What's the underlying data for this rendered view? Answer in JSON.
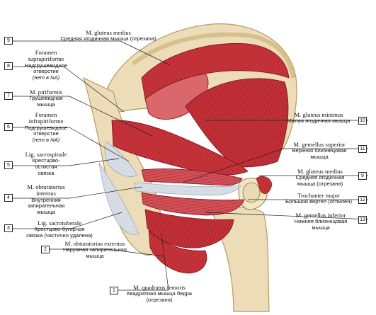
{
  "colors": {
    "bone": "#ecdcb8",
    "bone_shadow": "#d7bf8e",
    "muscle": "#c9343b",
    "muscle_dark": "#9e1f28",
    "muscle_light": "#e07a78",
    "ligament": "#d8dde6",
    "leader": "#222222"
  },
  "labels": [
    {
      "id": "label-gluteus-medius-top",
      "num": "9",
      "latin": "M. gluteus medius",
      "russian": [
        "Средняя ягодичная мышца (отрезана)"
      ],
      "na": ""
    },
    {
      "id": "label-foramen-suprapiriforme",
      "num": "8",
      "latin": "Foramen suprapiriforme",
      "russian": [
        "Надгрушевидное",
        "отверстие"
      ],
      "na": "(нет в NA)"
    },
    {
      "id": "label-piriformis",
      "num": "7",
      "latin": "M. piriformis",
      "russian": [
        "Грушевидная",
        "мышца"
      ],
      "na": ""
    },
    {
      "id": "label-foramen-infrapiriforme",
      "num": "6",
      "latin": "Foramen infrapiriforme",
      "russian": [
        "Подгрушевидное",
        "отверстие"
      ],
      "na": "(нет в NA)"
    },
    {
      "id": "label-lig-sacrospinale",
      "num": "5",
      "latin": "Lig. sacrospinale",
      "russian": [
        "Крестцово-",
        "остистая",
        "связка"
      ],
      "na": ""
    },
    {
      "id": "label-obturatorius-internus",
      "num": "4",
      "latin": "M. obturatorius internus",
      "russian": [
        "Внутренняя",
        "запирательная",
        "мышца"
      ],
      "na": ""
    },
    {
      "id": "label-lig-sacrotuberale",
      "num": "3",
      "latin": "Lig. sacrotuberale",
      "russian": [
        "Крестцово-бугорная",
        "связка (частично удалена)"
      ],
      "na": ""
    },
    {
      "id": "label-obturatorius-externus",
      "num": "2",
      "latin": "M. obturatorius externus",
      "russian": [
        "Наружная запирательная",
        "мышца"
      ],
      "na": ""
    },
    {
      "id": "label-quadratus-femoris",
      "num": "1",
      "latin": "M. quadratus femoris",
      "russian": [
        "Квадратная мышца бедра",
        "(отрезана)"
      ],
      "na": ""
    },
    {
      "id": "label-gluteus-minimus",
      "num": "10",
      "latin": "M. gluteus minimus",
      "russian": [
        "Малая ягодичная мышца"
      ],
      "na": ""
    },
    {
      "id": "label-gemellus-superior",
      "num": "11",
      "latin": "M. gemellus superior",
      "russian": [
        "Верхняя близнецовая",
        "мышца"
      ],
      "na": ""
    },
    {
      "id": "label-gluteus-medius-right",
      "num": "9",
      "latin": "M. gluteus medius",
      "russian": [
        "Средняя ягодичная",
        "мышца (отрезана)"
      ],
      "na": ""
    },
    {
      "id": "label-trochanter-major",
      "num": "12",
      "latin": "Trochanter major",
      "russian": [
        "Большой вертел (отпилен)"
      ],
      "na": ""
    },
    {
      "id": "label-gemellus-inferior",
      "num": "13",
      "latin": "M. gemellus inferior",
      "russian": [
        "Нижняя близнецовая",
        "мышца"
      ],
      "na": ""
    }
  ]
}
